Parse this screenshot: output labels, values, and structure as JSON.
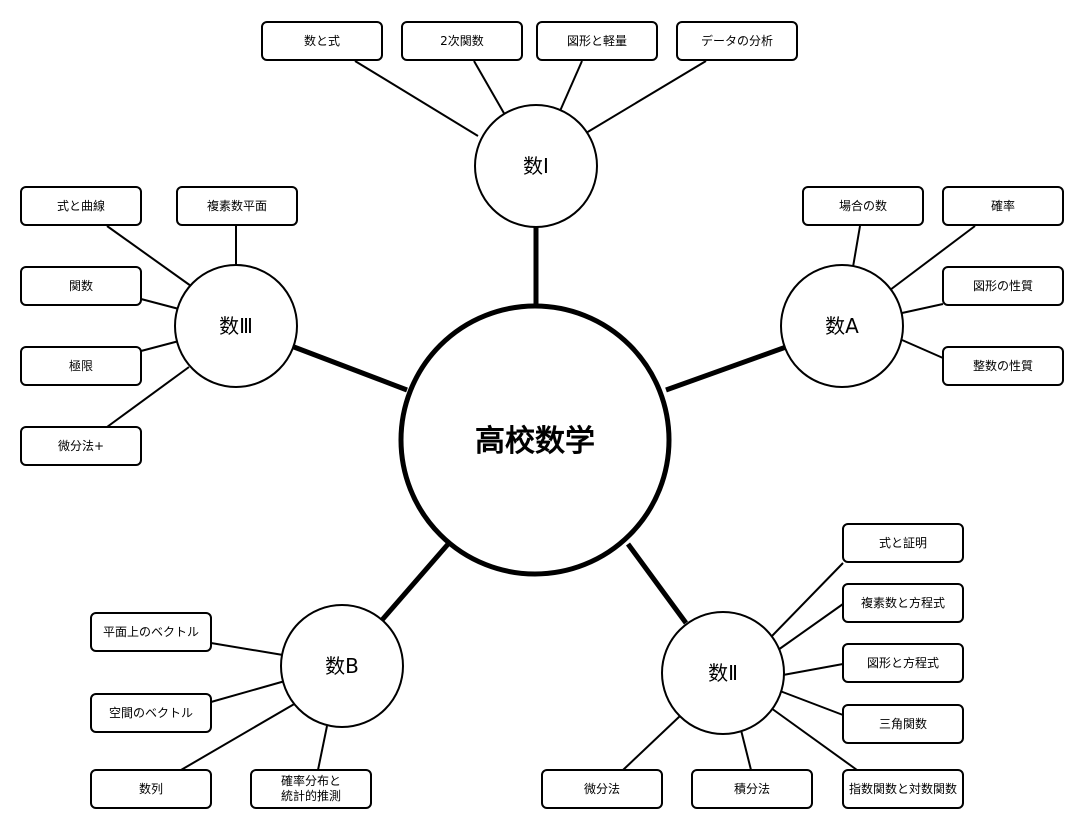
{
  "center": {
    "label": "高校数学"
  },
  "subjects": [
    {
      "key": "math1",
      "label": "数Ⅰ",
      "topics": [
        "数と式",
        "2次関数",
        "図形と軽量",
        "データの分析"
      ]
    },
    {
      "key": "mathA",
      "label": "数A",
      "topics": [
        "場合の数",
        "確率",
        "図形の性質",
        "整数の性質"
      ]
    },
    {
      "key": "math3",
      "label": "数Ⅲ",
      "topics": [
        "式と曲線",
        "複素数平面",
        "関数",
        "極限",
        "微分法+"
      ]
    },
    {
      "key": "mathB",
      "label": "数B",
      "topics": [
        "平面上のベクトル",
        "空間のベクトル",
        "数列",
        "確率分布と\n統計的推測"
      ]
    },
    {
      "key": "math2",
      "label": "数Ⅱ",
      "topics": [
        "式と証明",
        "複素数と方程式",
        "図形と方程式",
        "三角関数",
        "微分法",
        "積分法",
        "指数関数と対数関数"
      ]
    }
  ]
}
